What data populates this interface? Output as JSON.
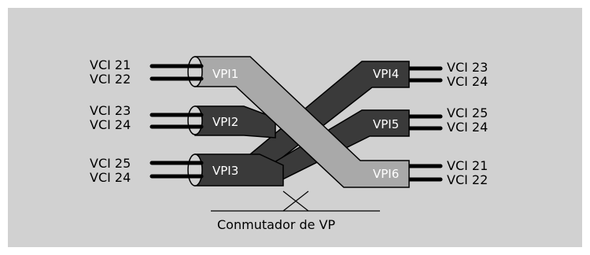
{
  "pipes": [
    {
      "label": "VPI1",
      "color": "#a9a9a9",
      "text_color": "#ffffff"
    },
    {
      "label": "VPI2",
      "color": "#3a3a3a",
      "text_color": "#ffffff"
    },
    {
      "label": "VPI3",
      "color": "#3a3a3a",
      "text_color": "#ffffff"
    },
    {
      "label": "VPI4",
      "color": "#3a3a3a",
      "text_color": "#ffffff"
    },
    {
      "label": "VPI5",
      "color": "#3a3a3a",
      "text_color": "#ffffff"
    },
    {
      "label": "VPI6",
      "color": "#a9a9a9",
      "text_color": "#ffffff"
    }
  ],
  "left_labels": [
    {
      "top": "VCI 21",
      "bottom": "VCI 22"
    },
    {
      "top": "VCI 23",
      "bottom": "VCI 24"
    },
    {
      "top": "VCI 25",
      "bottom": "VCI 24"
    }
  ],
  "right_labels": [
    {
      "top": "VCI 23",
      "bottom": "VCI 24"
    },
    {
      "top": "VCI 25",
      "bottom": "VCI 24"
    },
    {
      "top": "VCI 21",
      "bottom": "VCI 22"
    }
  ],
  "switch_label": "Conmutador de VP"
}
